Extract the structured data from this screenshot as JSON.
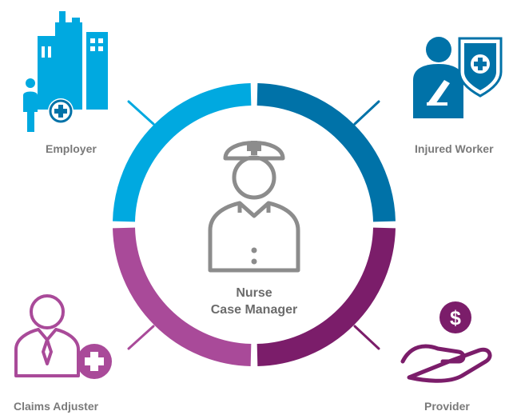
{
  "center": {
    "title_line1": "Nurse",
    "title_line2": "Case Manager"
  },
  "nodes": [
    {
      "label": "Employer",
      "icon": "buildings-medical-icon"
    },
    {
      "label": "Injured Worker",
      "icon": "injured-worker-shield-icon"
    },
    {
      "label": "Claims Adjuster",
      "icon": "adjuster-medical-icon"
    },
    {
      "label": "Provider",
      "icon": "hand-dollar-icon"
    }
  ],
  "colors": {
    "light_blue": "#00a9e0",
    "dark_blue": "#0072a8",
    "light_purple": "#a94a99",
    "dark_purple": "#7b1d6a",
    "gray": "#8c8c8c",
    "label_gray": "#7a7a7a"
  }
}
